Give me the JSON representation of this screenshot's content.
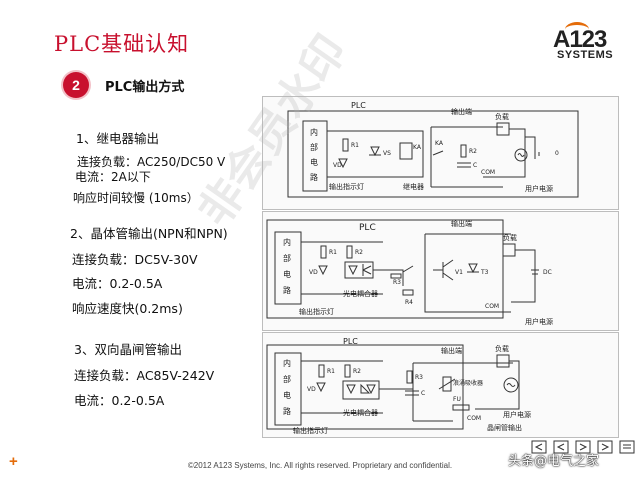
{
  "slide": {
    "title": "PLC基础认知",
    "logo": {
      "main": "A123",
      "sub": "SYSTEMS"
    },
    "section_number": "2",
    "section_title": "PLC输出方式",
    "footer": "©2012 A123 Systems, Inc. All rights reserved. Proprietary and confidential.",
    "watermark": "头条@电气之家",
    "diagram_watermark": "非会员水印"
  },
  "relay": {
    "heading": "1、继电器输出",
    "load": "连接负载：AC250/DC50 V",
    "current": "电流：2A以下",
    "response": "响应时间较慢 (10ms）",
    "diagram": {
      "plc": "PLC",
      "inner_chars": [
        "内",
        "部",
        "电",
        "路"
      ],
      "r1": "R1",
      "vd": "VD",
      "vs": "VS",
      "ka": "KA",
      "r2": "R2",
      "c": "C",
      "out_terminal": "输出端",
      "load": "负载",
      "com": "COM",
      "indicator": "输出指示灯",
      "relay": "继电器",
      "user_supply": "用户电源",
      "dc_mark": "0"
    }
  },
  "transistor": {
    "heading": "2、晶体管输出(NPN和NPN)",
    "load": "连接负载：DC5V-30V",
    "current": "电流：0.2-0.5A",
    "response": "响应速度快(0.2ms)",
    "diagram": {
      "plc": "PLC",
      "inner_chars": [
        "内",
        "部",
        "电",
        "路"
      ],
      "r1": "R1",
      "vd": "VD",
      "r2": "R2",
      "r3": "R3",
      "r4": "R4",
      "v1": "V1",
      "t3": "T3",
      "out_terminal": "输出端",
      "load": "负载",
      "com": "COM",
      "dc": "DC",
      "indicator": "输出指示灯",
      "optocoupler": "光电耦合器",
      "user_supply": "用户电源"
    }
  },
  "triac": {
    "heading": "3、双向晶闸管输出",
    "load": "连接负载：AC85V-242V",
    "current": "电流：0.2-0.5A",
    "diagram": {
      "plc": "PLC",
      "inner_chars": [
        "内",
        "部",
        "电",
        "路"
      ],
      "r1": "R1",
      "vd": "VD",
      "r2": "R2",
      "r3": "R3",
      "c": "C",
      "fu": "FU",
      "out_terminal": "输出端",
      "load": "负载",
      "com": "COM",
      "absorber": "浪涌吸收器",
      "indicator": "输出指示灯",
      "optocoupler": "光电耦合器",
      "user_supply": "用户电源",
      "triac_out": "晶闸管输出"
    }
  }
}
